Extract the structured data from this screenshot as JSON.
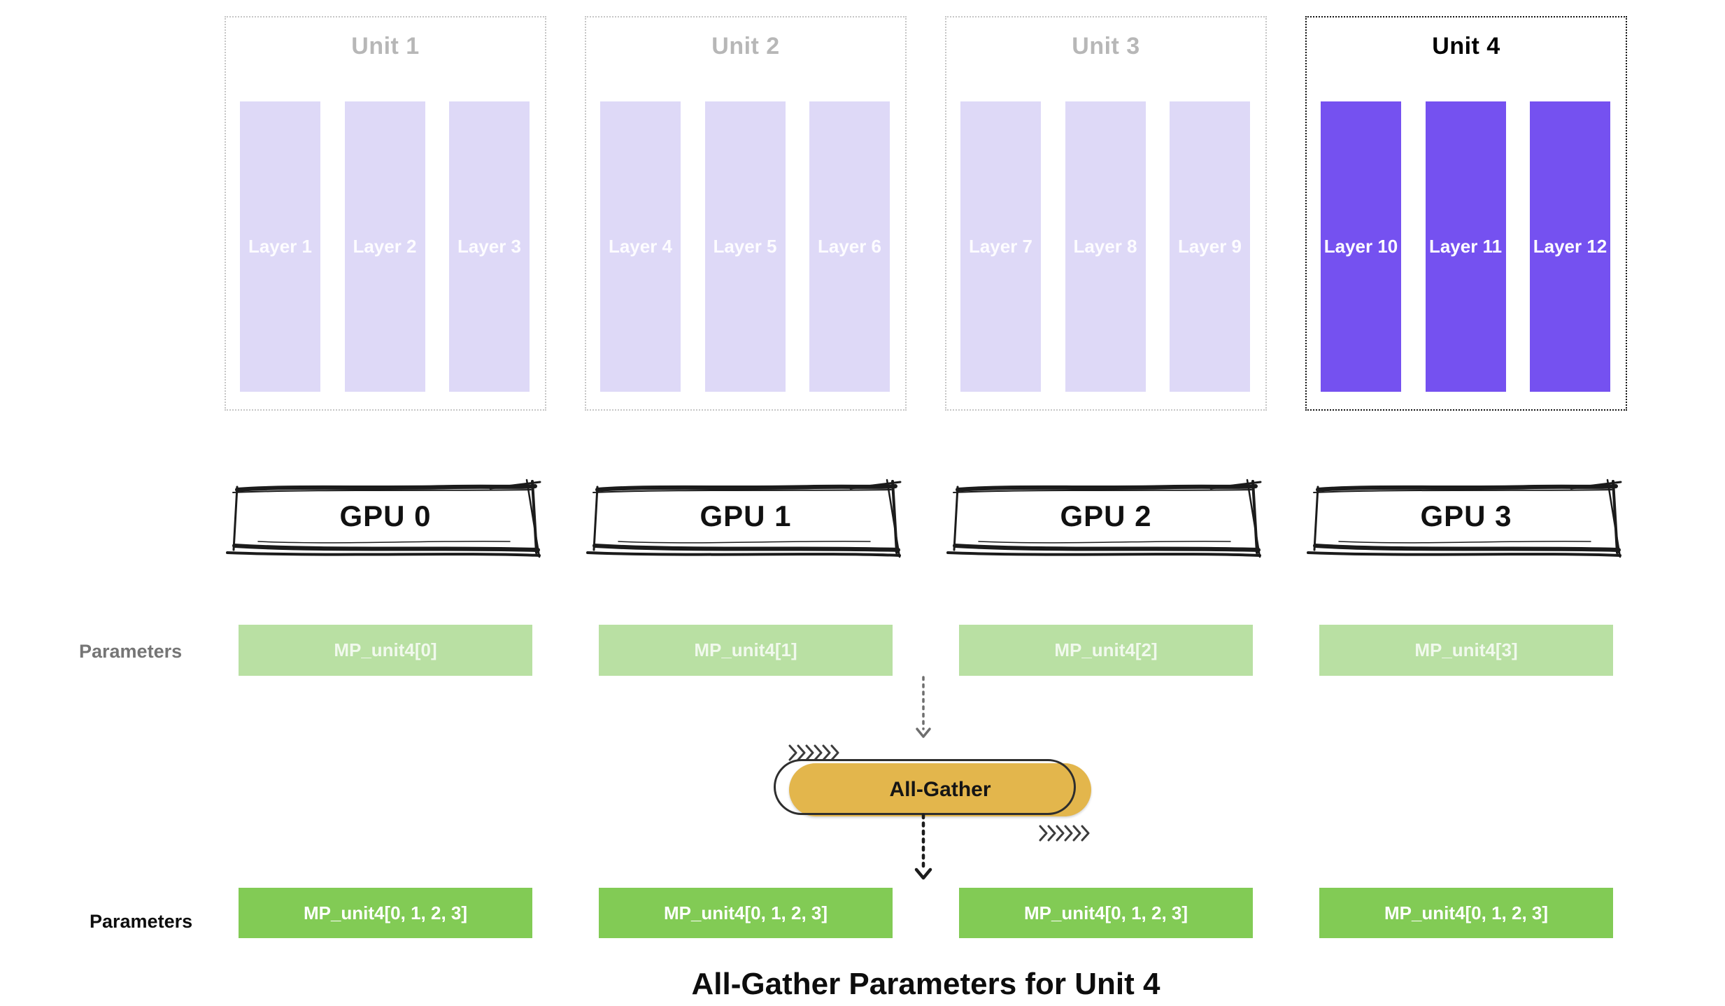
{
  "caption": "All-Gather Parameters for Unit 4",
  "labels": {
    "parameters_top": "Parameters",
    "parameters_bottom": "Parameters"
  },
  "all_gather": {
    "label": "All-Gather"
  },
  "units": [
    {
      "title": "Unit 1",
      "active": false,
      "layers": [
        "Layer 1",
        "Layer 2",
        "Layer 3"
      ]
    },
    {
      "title": "Unit 2",
      "active": false,
      "layers": [
        "Layer 4",
        "Layer 5",
        "Layer 6"
      ]
    },
    {
      "title": "Unit 3",
      "active": false,
      "layers": [
        "Layer 7",
        "Layer 8",
        "Layer 9"
      ]
    },
    {
      "title": "Unit 4",
      "active": true,
      "layers": [
        "Layer 10",
        "Layer 11",
        "Layer 12"
      ]
    }
  ],
  "gpus": [
    {
      "label": "GPU 0"
    },
    {
      "label": "GPU 1"
    },
    {
      "label": "GPU 2"
    },
    {
      "label": "GPU 3"
    }
  ],
  "sharded_params": [
    "MP_unit4[0]",
    "MP_unit4[1]",
    "MP_unit4[2]",
    "MP_unit4[3]"
  ],
  "gathered_params": [
    "MP_unit4[0, 1, 2, 3]",
    "MP_unit4[0, 1, 2, 3]",
    "MP_unit4[0, 1, 2, 3]",
    "MP_unit4[0, 1, 2, 3]"
  ],
  "icons": {
    "sketch_frame": "hand-drawn-rectangle",
    "dotted_arrow": "dotted-down-arrow",
    "chevrons": "six-right-chevrons"
  },
  "colors": {
    "layer_faded": "#ded9f7",
    "layer_active": "#7551f0",
    "unit_border_faded": "#c6c6c6",
    "unit_border_active": "#141414",
    "unit_title_faded": "#b7b7b7",
    "param_sharded": "#b9e0a3",
    "param_gathered": "#82cb55",
    "all_gather_fill": "#e3b64c",
    "all_gather_outline": "#2e2e2e",
    "label_gray": "#757575",
    "label_black": "#0d0d0d"
  }
}
